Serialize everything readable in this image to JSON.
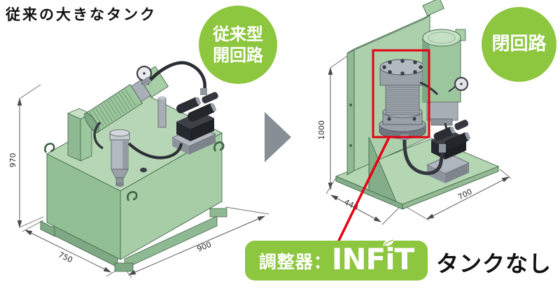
{
  "title": "従来の大きなタンク",
  "badges": {
    "conventional": {
      "line1": "従来型",
      "line2": "開回路"
    },
    "closed": {
      "label": "閉回路"
    }
  },
  "left_unit": {
    "height": "970",
    "depth": "750",
    "width": "900"
  },
  "right_unit": {
    "height": "1000",
    "depth": "440",
    "width": "700"
  },
  "callout": {
    "prefix": "調整器：",
    "brand_pre": "INF",
    "brand_i": "i",
    "brand_post": "T",
    "note": "タンクなし"
  },
  "colors": {
    "accent_green": "#8dc63f",
    "machine_green": "#a3cba4",
    "highlight_red": "#e60012",
    "arrow_gray": "#868e96"
  },
  "icons": {
    "transition_arrow": "right-arrow",
    "leaf": "leaf",
    "lifting_hook": "j-hook"
  }
}
